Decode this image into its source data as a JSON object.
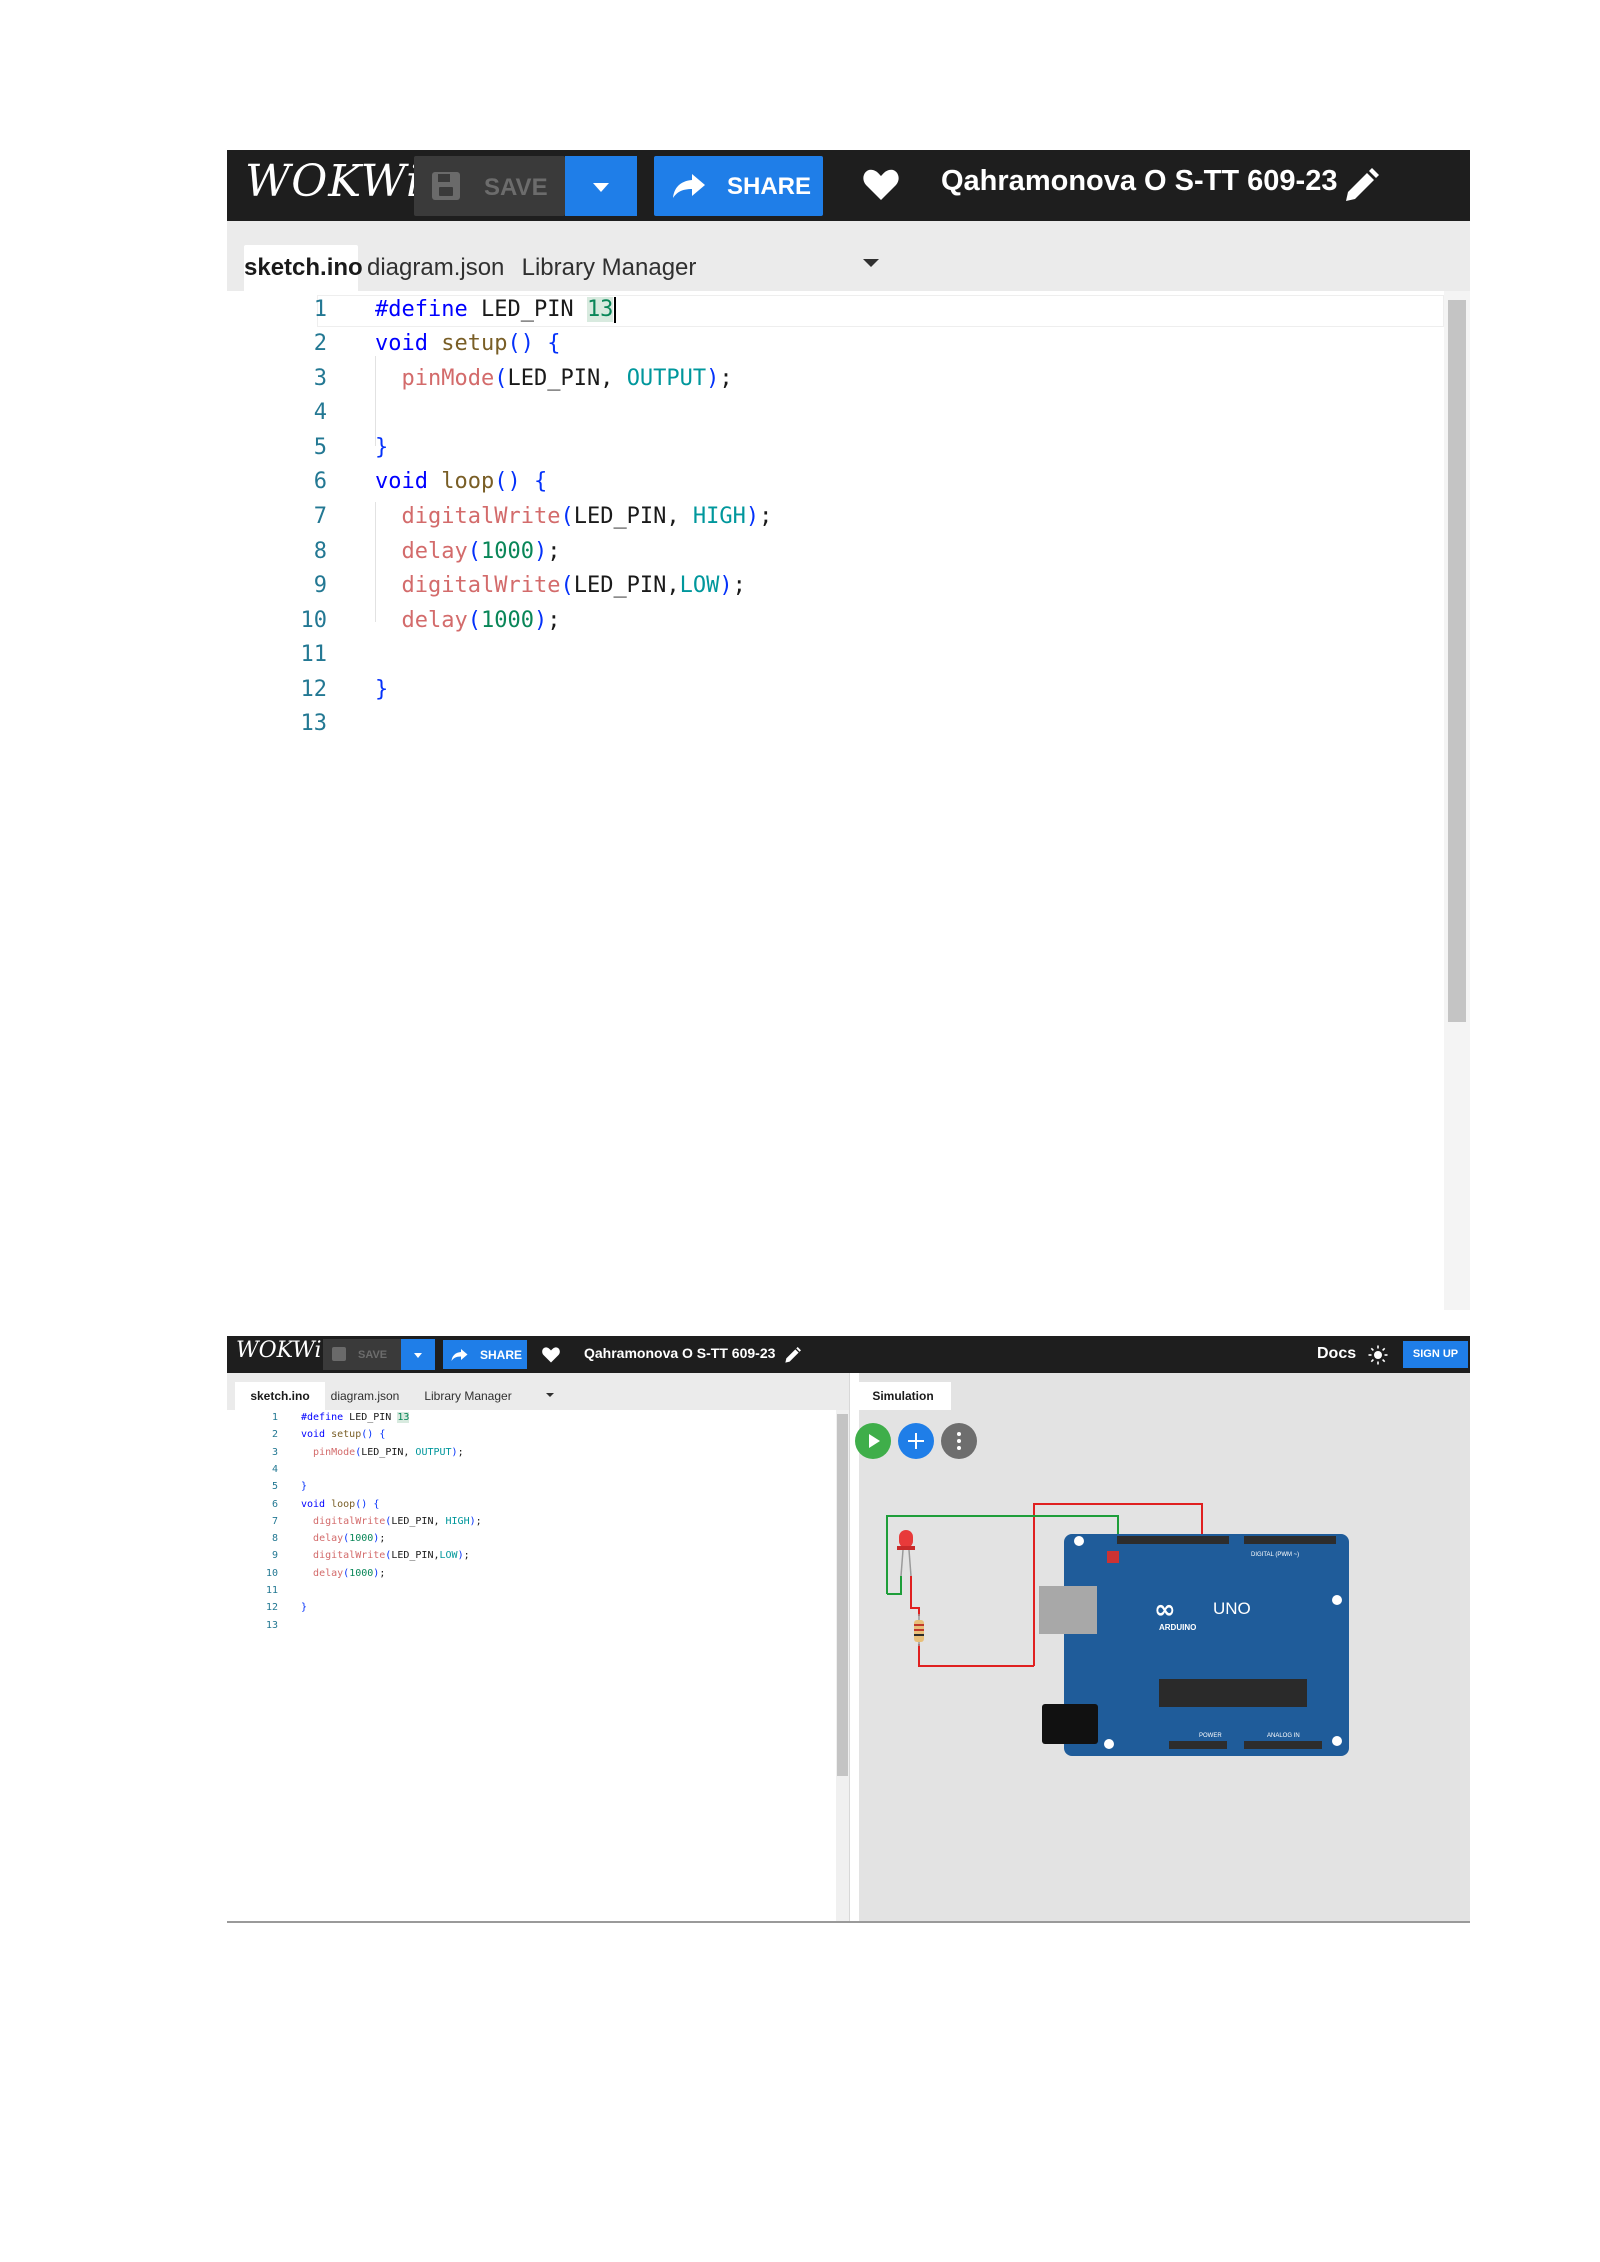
{
  "app": {
    "logo": "WOKWi",
    "save_label": "SAVE",
    "share_label": "SHARE",
    "project_name": "Qahramonova O S-TT 609-23",
    "docs_label": "Docs",
    "signup_label": "SIGN UP",
    "tabs": [
      "sketch.ino",
      "diagram.json",
      "Library Manager"
    ],
    "simulation_tab": "Simulation"
  },
  "icons": {
    "save": "floppy-disk-icon",
    "dropdown": "chevron-down-icon",
    "share": "share-arrow-icon",
    "like": "heart-icon",
    "edit": "pencil-icon",
    "theme": "sun-icon",
    "play": "play-icon",
    "add": "plus-icon",
    "more": "more-vertical-icon"
  },
  "code": {
    "line_numbers": [
      "1",
      "2",
      "3",
      "4",
      "5",
      "6",
      "7",
      "8",
      "9",
      "10",
      "11",
      "12",
      "13"
    ],
    "lines": [
      "#define LED_PIN 13",
      "void setup() {",
      "  pinMode(LED_PIN, OUTPUT);",
      "",
      "}",
      "void loop() {",
      "  digitalWrite(LED_PIN, HIGH);",
      "  delay(1000);",
      "  digitalWrite(LED_PIN,LOW);",
      "  delay(1000);",
      "",
      "}",
      ""
    ]
  },
  "board": {
    "logo_mark": "∞",
    "model": "UNO",
    "brand": "ARDUINO",
    "label_digital": "DIGITAL (PWM ~)",
    "label_analog": "ANALOG IN",
    "label_power": "POWER"
  },
  "colors": {
    "topbar": "#1e1e1e",
    "accent": "#1f7ee8",
    "play": "#3fae4a",
    "add": "#1f7ee8",
    "more": "#6e6e6e",
    "board": "#1f5c9a",
    "wire_red": "#e02020",
    "wire_green": "#1e9e3a",
    "led": "#e83a3a"
  }
}
